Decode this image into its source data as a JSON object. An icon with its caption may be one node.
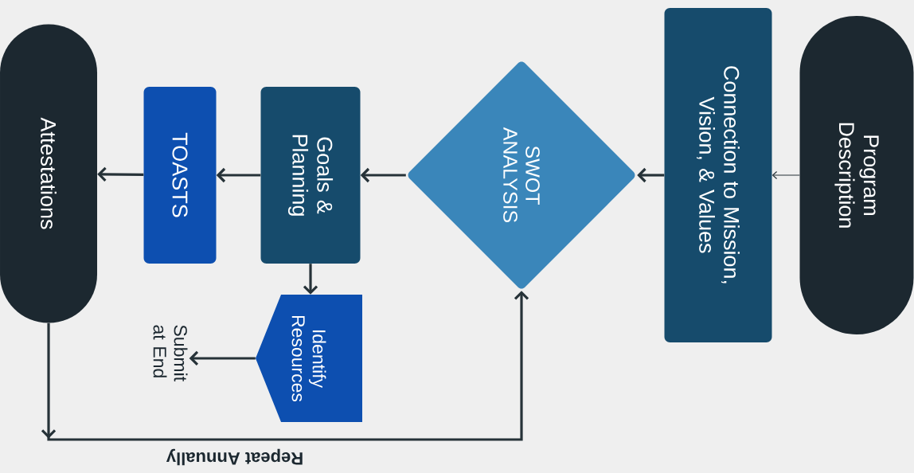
{
  "diagram": {
    "nodes": [
      {
        "text": [
          "Program Description"
        ]
      },
      {
        "text": [
          "Connection to Mission, Vision, & Values"
        ]
      },
      {
        "text": [
          "SWOT ANALYSIS"
        ]
      },
      {
        "text": [
          "Goals & Planning"
        ]
      },
      {
        "text": [
          "TOASTS"
        ]
      },
      {
        "text": [
          "Attestations"
        ]
      },
      {
        "text": [
          "Identify Resources"
        ]
      },
      {
        "text": [
          "Submit at End"
        ]
      }
    ],
    "edges": [
      {
        "from": 0,
        "to": 1,
        "arrow": "to"
      },
      {
        "from": 1,
        "to": 2,
        "arrow": "to"
      },
      {
        "from": 2,
        "to": 3,
        "arrow": "to"
      },
      {
        "from": 3,
        "to": 4,
        "arrow": "to"
      },
      {
        "from": 4,
        "to": 5,
        "arrow": "to"
      },
      {
        "from": 3,
        "to": 6,
        "arrow": "to"
      },
      {
        "from": 6,
        "to": 7,
        "arrow": "to"
      },
      {
        "from": 5,
        "to": 2,
        "arrow": "to",
        "label": "Repeat Annually"
      }
    ]
  }
}
